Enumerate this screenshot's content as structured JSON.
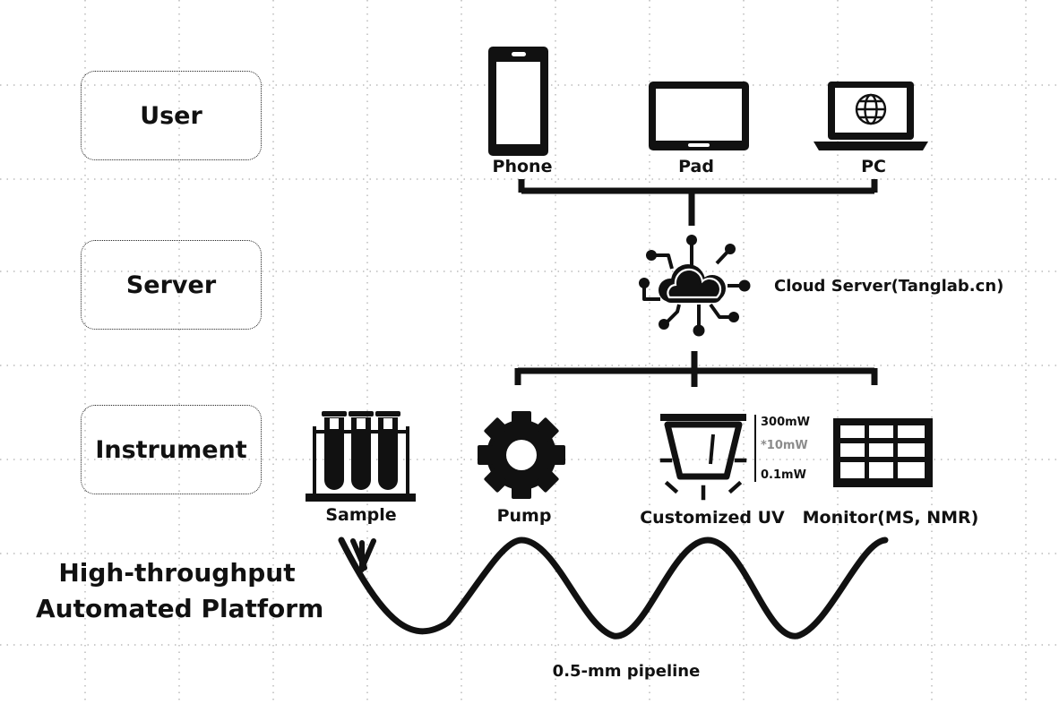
{
  "tiers": {
    "user": "User",
    "server": "Server",
    "instrument": "Instrument"
  },
  "devices": {
    "phone": "Phone",
    "pad": "Pad",
    "pc": "PC"
  },
  "server": {
    "label": "Cloud Server(Tanglab.cn)"
  },
  "instruments": {
    "sample": "Sample",
    "pump": "Pump",
    "uv": "Customized UV",
    "monitor": "Monitor(MS, NMR)"
  },
  "uv_levels": {
    "high": "300mW",
    "mid": "*10mW",
    "low": "0.1mW"
  },
  "platform": {
    "line1": "High-throughput",
    "line2": "Automated Platform"
  },
  "pipeline": {
    "label": "0.5-mm pipeline"
  },
  "colors": {
    "ink": "#111111",
    "grid": "#9a9a9a",
    "muted_level": "#8c8c8c"
  }
}
